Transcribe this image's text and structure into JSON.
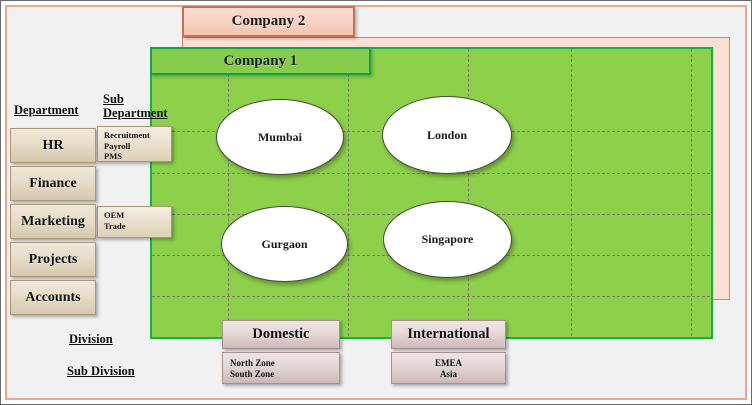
{
  "diagram": {
    "title_labels": {
      "department": "Department",
      "sub_department": "Sub\nDepartment",
      "division": "Division",
      "sub_division": "Sub Division"
    },
    "companies": [
      {
        "id": "company2",
        "label": "Company 2",
        "color": "#fbdfd3",
        "border": "#c4724f"
      },
      {
        "id": "company1",
        "label": "Company 1",
        "color": "#8dd04a",
        "border": "#13a248"
      }
    ],
    "locations": [
      {
        "label": "Mumbai"
      },
      {
        "label": "London"
      },
      {
        "label": "Gurgaon"
      },
      {
        "label": "Singapore"
      }
    ],
    "departments": [
      {
        "label": "HR"
      },
      {
        "label": "Finance"
      },
      {
        "label": "Marketing"
      },
      {
        "label": "Projects"
      },
      {
        "label": "Accounts"
      }
    ],
    "sub_departments": [
      {
        "parent": "HR",
        "items": "Recruitment\nPayroll\nPMS"
      },
      {
        "parent": "Marketing",
        "items": "OEM\nTrade"
      }
    ],
    "divisions": [
      {
        "label": "Domestic",
        "sub_items": "North Zone\nSouth Zone"
      },
      {
        "label": "International",
        "sub_items": "EMEA\nAsia"
      }
    ]
  }
}
